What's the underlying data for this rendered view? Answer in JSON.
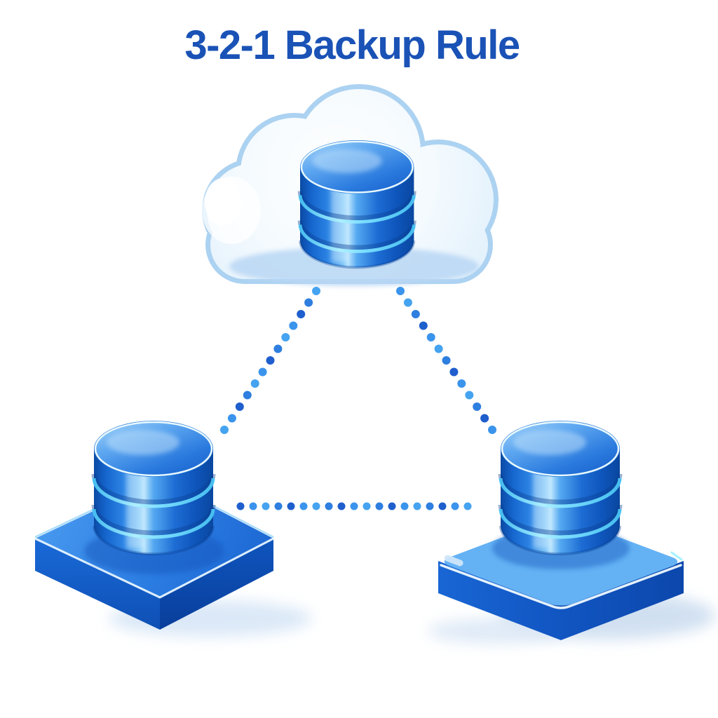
{
  "title": {
    "text": "3-2-1 Backup Rule"
  },
  "diagram": {
    "nodes": [
      {
        "id": "cloud-database",
        "icon": "cloud-database-icon",
        "position": "top-center"
      },
      {
        "id": "left-database",
        "icon": "database-on-platform-icon",
        "position": "bottom-left"
      },
      {
        "id": "right-database",
        "icon": "database-on-drive-icon",
        "position": "bottom-right"
      }
    ],
    "connectors": [
      {
        "from": "cloud-database",
        "to": "left-database",
        "style": "dotted"
      },
      {
        "from": "cloud-database",
        "to": "right-database",
        "style": "dotted"
      },
      {
        "from": "left-database",
        "to": "right-database",
        "style": "dotted"
      }
    ]
  },
  "colors": {
    "title": "#1a52b6",
    "background": "#ffffff",
    "dot_palette": [
      "#45a3f0",
      "#2e7fe0",
      "#1f5ecd",
      "#3b94ec"
    ],
    "database_blue": "#1565cd",
    "cloud_border": "#acd2f1",
    "cloud_fill": "#eef6fd",
    "platform_blue": "#2372dc"
  }
}
